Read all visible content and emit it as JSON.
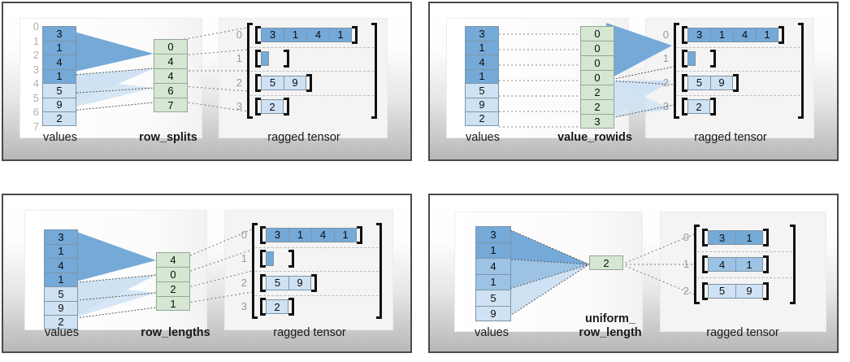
{
  "colors": {
    "blue_dark": "#74a9d8",
    "blue_mid": "#9cc3e4",
    "blue_light": "#cfe2f3",
    "green": "#d5e6d3",
    "panel_border": "#4a4a4a",
    "bracket": "#111111",
    "index_text": "#b0b0b0"
  },
  "panels": [
    {
      "id": "row-splits",
      "values_label": "values",
      "partition_label": "row_splits",
      "partition_bold": true,
      "tensor_label": "ragged tensor",
      "values": [
        "3",
        "1",
        "4",
        "1",
        "5",
        "9",
        "2"
      ],
      "value_shades": [
        "dark",
        "dark",
        "dark",
        "dark",
        "light",
        "light",
        "light"
      ],
      "value_indices": [
        "0",
        "1",
        "2",
        "3",
        "4",
        "5",
        "6",
        "7"
      ],
      "show_value_indices": true,
      "partition": [
        "0",
        "4",
        "4",
        "6",
        "7"
      ],
      "tensor_rows": [
        {
          "index": "0",
          "cells": [
            "3",
            "1",
            "4",
            "1"
          ],
          "shade": "dark"
        },
        {
          "index": "1",
          "cells": [],
          "shade": "dark"
        },
        {
          "index": "2",
          "cells": [
            "5",
            "9"
          ],
          "shade": "light"
        },
        {
          "index": "3",
          "cells": [
            "2"
          ],
          "shade": "light"
        }
      ]
    },
    {
      "id": "value-rowids",
      "values_label": "values",
      "partition_label": "value_rowids",
      "partition_bold": true,
      "tensor_label": "ragged tensor",
      "values": [
        "3",
        "1",
        "4",
        "1",
        "5",
        "9",
        "2"
      ],
      "value_shades": [
        "dark",
        "dark",
        "dark",
        "dark",
        "light",
        "light",
        "light"
      ],
      "value_indices": [],
      "show_value_indices": false,
      "partition": [
        "0",
        "0",
        "0",
        "0",
        "2",
        "2",
        "3"
      ],
      "tensor_rows": [
        {
          "index": "0",
          "cells": [
            "3",
            "1",
            "4",
            "1"
          ],
          "shade": "dark"
        },
        {
          "index": "1",
          "cells": [],
          "shade": "dark"
        },
        {
          "index": "2",
          "cells": [
            "5",
            "9"
          ],
          "shade": "light"
        },
        {
          "index": "3",
          "cells": [
            "2"
          ],
          "shade": "light"
        }
      ]
    },
    {
      "id": "row-lengths",
      "values_label": "values",
      "partition_label": "row_lengths",
      "partition_bold": true,
      "tensor_label": "ragged tensor",
      "values": [
        "3",
        "1",
        "4",
        "1",
        "5",
        "9",
        "2"
      ],
      "value_shades": [
        "dark",
        "dark",
        "dark",
        "dark",
        "light",
        "light",
        "light"
      ],
      "value_indices": [],
      "show_value_indices": false,
      "partition": [
        "4",
        "0",
        "2",
        "1"
      ],
      "tensor_rows": [
        {
          "index": "0",
          "cells": [
            "3",
            "1",
            "4",
            "1"
          ],
          "shade": "dark"
        },
        {
          "index": "1",
          "cells": [],
          "shade": "dark"
        },
        {
          "index": "2",
          "cells": [
            "5",
            "9"
          ],
          "shade": "light"
        },
        {
          "index": "3",
          "cells": [
            "2"
          ],
          "shade": "light"
        }
      ]
    },
    {
      "id": "uniform-row-length",
      "values_label": "values",
      "partition_label": "uniform_\nrow_length",
      "partition_bold": true,
      "tensor_label": "ragged tensor",
      "values": [
        "3",
        "1",
        "4",
        "1",
        "5",
        "9"
      ],
      "value_shades": [
        "dark",
        "dark",
        "mid",
        "mid",
        "light",
        "light"
      ],
      "value_indices": [],
      "show_value_indices": false,
      "partition": [
        "2"
      ],
      "tensor_rows": [
        {
          "index": "0",
          "cells": [
            "3",
            "1"
          ],
          "shade": "dark"
        },
        {
          "index": "1",
          "cells": [
            "4",
            "1"
          ],
          "shade": "mid"
        },
        {
          "index": "2",
          "cells": [
            "5",
            "9"
          ],
          "shade": "light"
        }
      ]
    }
  ]
}
